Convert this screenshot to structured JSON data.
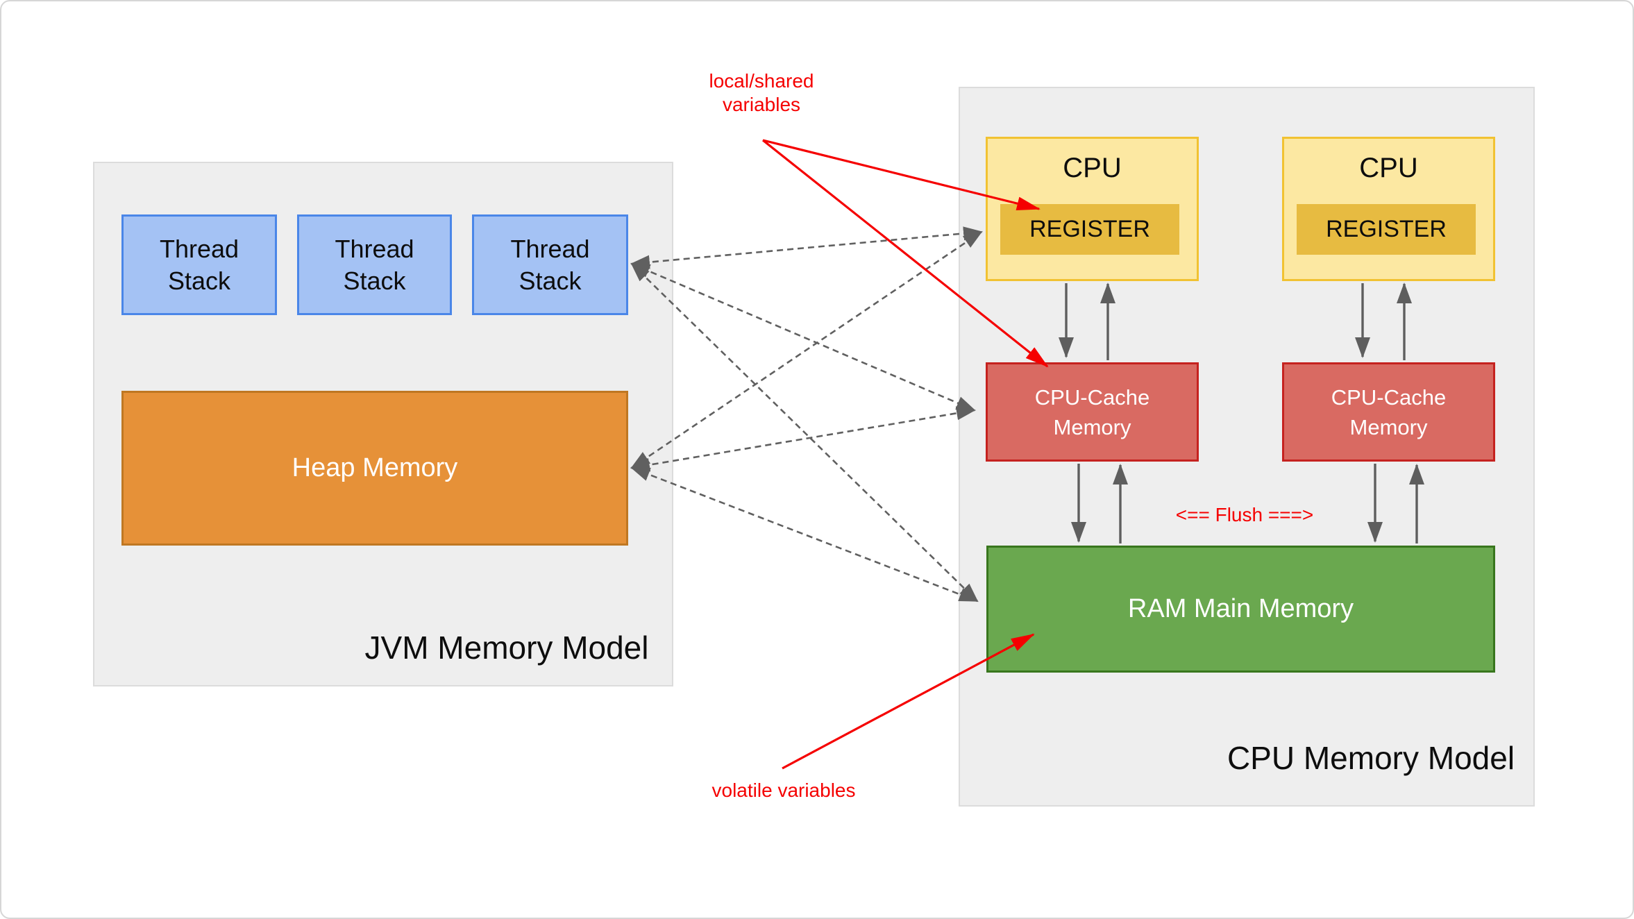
{
  "jvm": {
    "title": "JVM Memory Model",
    "thread_stacks": [
      {
        "label": "Thread Stack"
      },
      {
        "label": "Thread Stack"
      },
      {
        "label": "Thread Stack"
      }
    ],
    "heap": {
      "label": "Heap Memory"
    }
  },
  "cpu_model": {
    "title": "CPU Memory Model",
    "cpus": [
      {
        "label": "CPU",
        "register_label": "REGISTER"
      },
      {
        "label": "CPU",
        "register_label": "REGISTER"
      }
    ],
    "caches": [
      {
        "label": "CPU-Cache Memory"
      },
      {
        "label": "CPU-Cache Memory"
      }
    ],
    "ram": {
      "label": "RAM Main Memory"
    },
    "flush_label": "<== Flush ===>"
  },
  "annotations": {
    "local_shared": "local/shared variables",
    "volatile": "volatile variables"
  },
  "colors": {
    "thread_fill": "#a4c2f4",
    "thread_border": "#4a86e8",
    "heap_fill": "#e69138",
    "cpu_fill": "#fce8a2",
    "cpu_border": "#f1c232",
    "register_fill": "#e7bb41",
    "cache_fill": "#d96a62",
    "cache_border": "#c5221f",
    "ram_fill": "#6aa84f",
    "ram_border": "#38761d",
    "container_fill": "#eeeeee",
    "annotation_red": "#f50000",
    "arrow_gray": "#5e5e5e"
  }
}
